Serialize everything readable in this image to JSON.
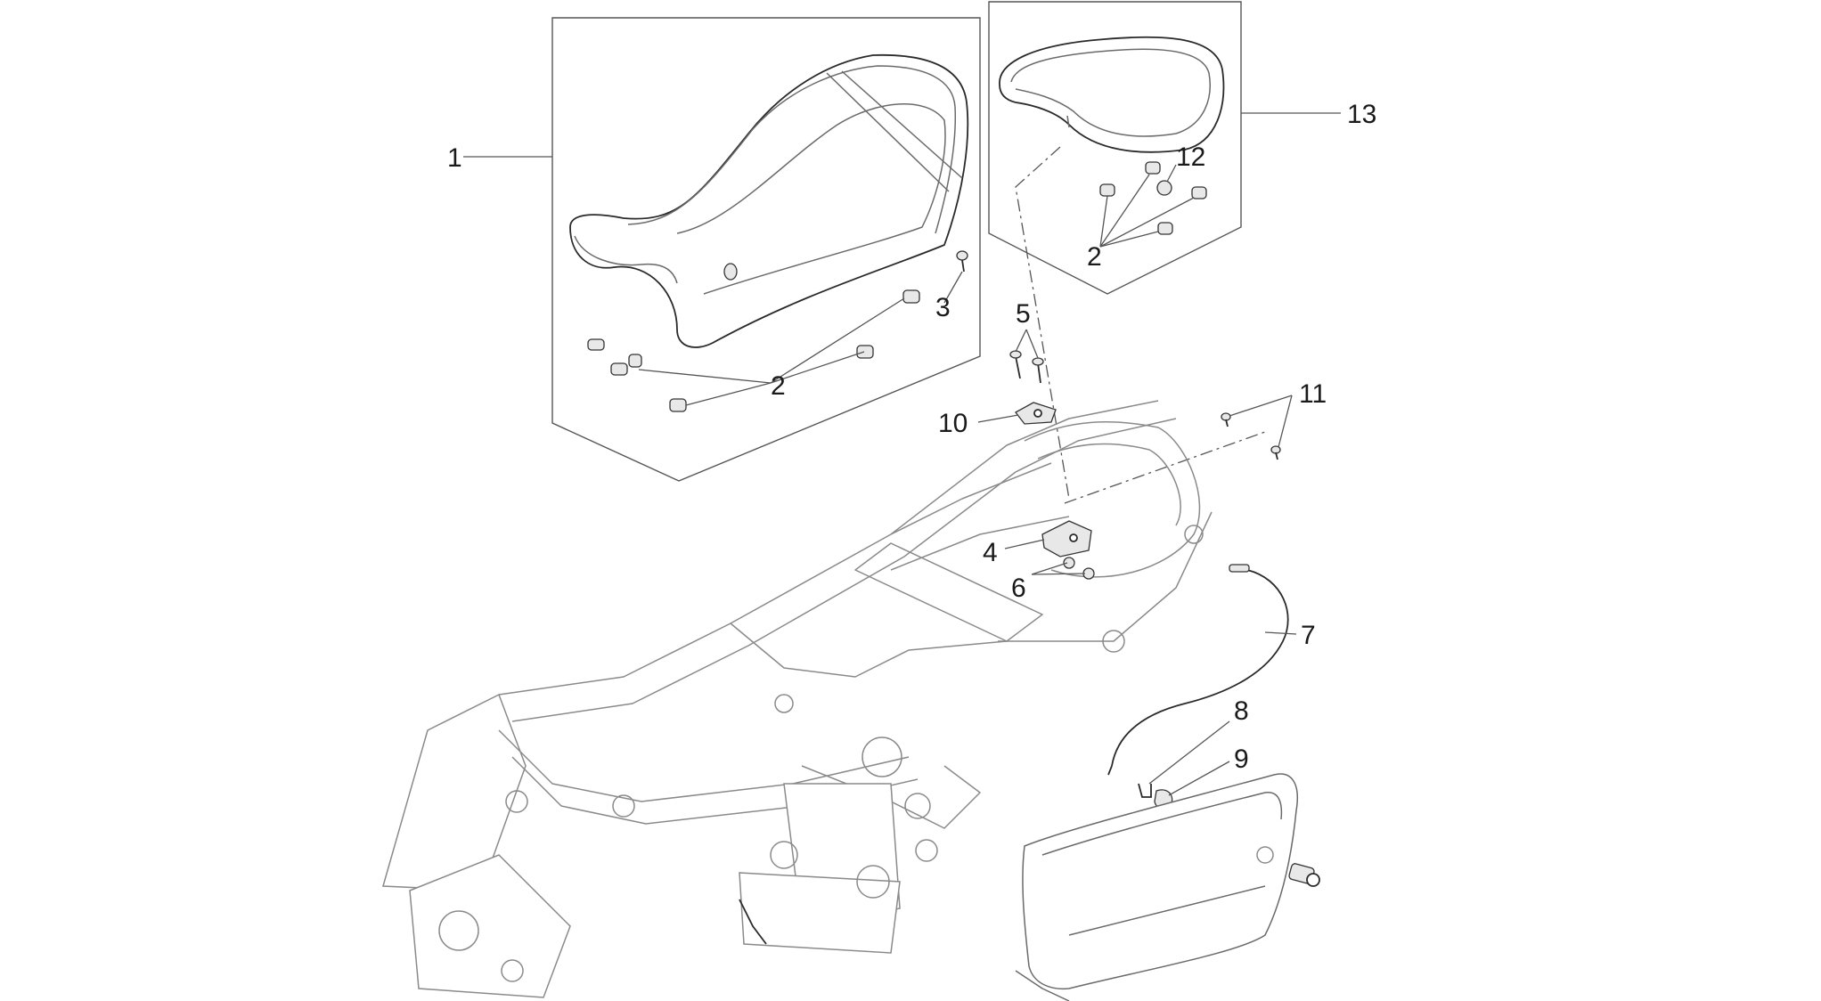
{
  "callouts": [
    {
      "id": "1",
      "text": "1"
    },
    {
      "id": "2a",
      "text": "2"
    },
    {
      "id": "2b",
      "text": "2"
    },
    {
      "id": "3",
      "text": "3"
    },
    {
      "id": "4",
      "text": "4"
    },
    {
      "id": "5",
      "text": "5"
    },
    {
      "id": "6",
      "text": "6"
    },
    {
      "id": "7",
      "text": "7"
    },
    {
      "id": "8",
      "text": "8"
    },
    {
      "id": "9",
      "text": "9"
    },
    {
      "id": "10",
      "text": "10"
    },
    {
      "id": "11",
      "text": "11"
    },
    {
      "id": "12",
      "text": "12"
    },
    {
      "id": "13",
      "text": "13"
    }
  ],
  "colors": {
    "line": "#555555",
    "frame": "#8a8a8a",
    "background": "#ffffff"
  }
}
